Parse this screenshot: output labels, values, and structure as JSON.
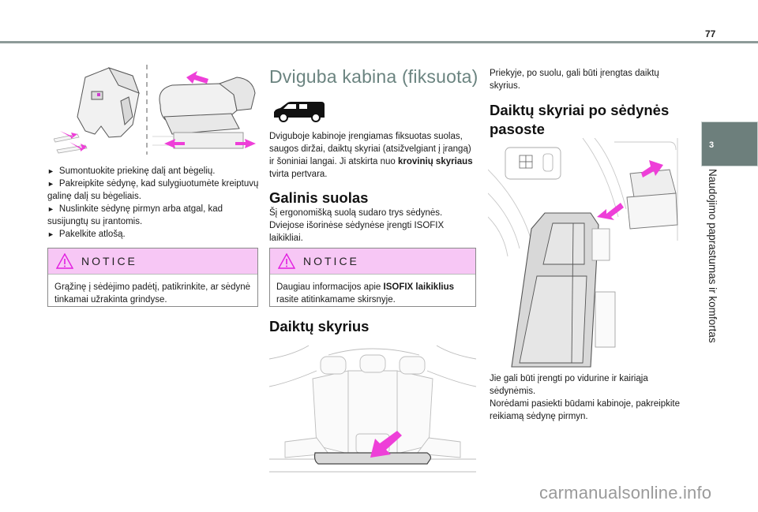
{
  "page": {
    "number": "77",
    "chapter_number": "3",
    "chapter_title": "Naudojimo paprastumas ir komfortas",
    "watermark": "carmanualsonline.info"
  },
  "colors": {
    "accent_grey_green": "#6d7f7c",
    "title_color": "#6b8480",
    "notice_header_pink": "#f7c7f5",
    "notice_icon_magenta": "#e21ee0",
    "arrow_magenta": "#ee3fd8"
  },
  "column1": {
    "illustration": "seat-rail-mounting-illustration",
    "steps": [
      "Sumontuokite priekinę dalį ant bėgelių.",
      "Pakreipkite sėdynę, kad sulygiuotumėte kreiptuvų galinę dalį su bėgeliais.",
      "Nuslinkite sėdynę pirmyn arba atgal, kad susijungtų su įrantomis.",
      "Pakelkite atlošą."
    ],
    "notice": {
      "icon": "warning-triangle-icon",
      "title": "NOTICE",
      "text": "Grąžinę į sėdėjimo padėtį, patikrinkite, ar sėdynė tinkamai užrakinta grindyse."
    }
  },
  "column2": {
    "section_title": "Dviguba kabina (fiksuota)",
    "vehicle_icon": "van-double-cab-icon",
    "intro_parts": [
      "Dviguboje kabinoje įrengiamas fiksuotas suolas, saugos diržai, daiktų skyriai (atsižvelgiant į įrangą) ir šoniniai langai. Ji atskirta nuo ",
      "krovinių skyriaus",
      " tvirta pertvara."
    ],
    "rear_bench": {
      "heading": "Galinis suolas",
      "text": "Šį ergonomišką suolą sudaro trys sėdynės. Dviejose išorinėse sėdynėse įrengti ISOFIX laikikliai."
    },
    "notice": {
      "icon": "warning-triangle-icon",
      "title": "NOTICE",
      "text_parts": [
        "Daugiau informacijos apie ",
        "ISOFIX laikiklius",
        " rasite atitinkamame skirsnyje."
      ]
    },
    "storage": {
      "heading": "Daiktų skyrius",
      "illustration": "rear-bench-storage-illustration"
    }
  },
  "column3": {
    "intro": "Priekyje, po suolu, gali būti įrengtas daiktų skyrius.",
    "heading": "Daiktų skyriai po sėdynės pasoste",
    "illustration": "under-seat-storage-illustration",
    "text_1": "Jie gali būti įrengti po vidurine ir kairiąja sėdynėmis.",
    "text_2": "Norėdami pasiekti būdami kabinoje, pakreipkite reikiamą sėdynę pirmyn."
  }
}
